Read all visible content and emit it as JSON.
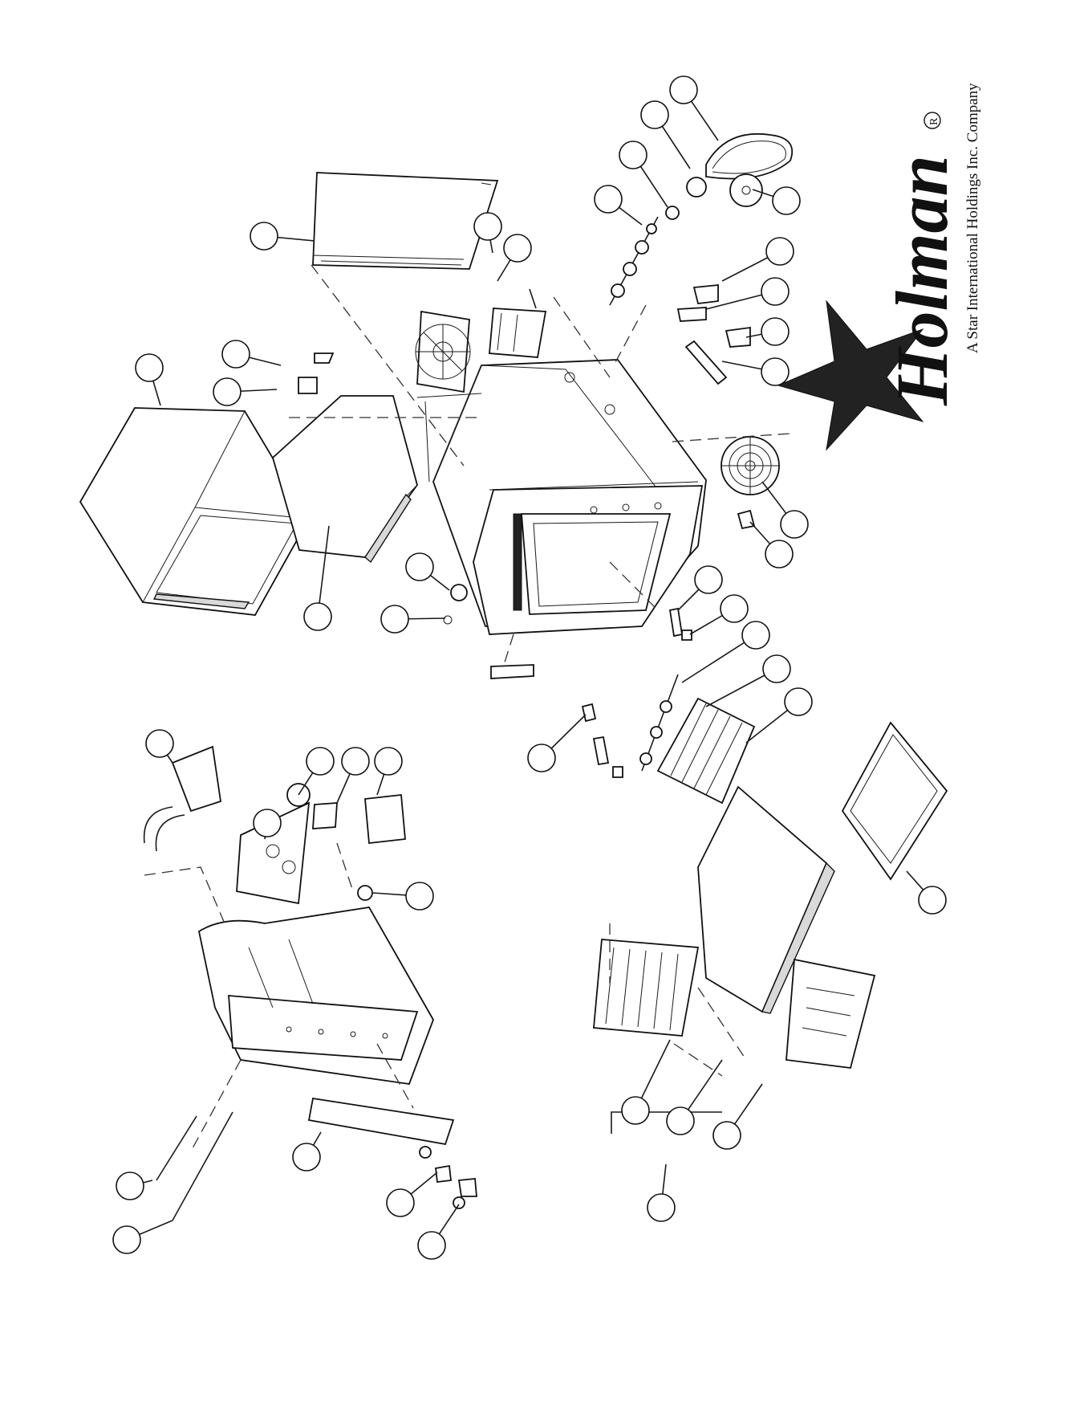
{
  "diagram": {
    "kind": "exploded-parts-view",
    "callout_count": 43
  },
  "logo": {
    "brand": "Holman",
    "registered_mark": "R",
    "tagline": "A Star International Holdings Inc. Company"
  },
  "colors": {
    "ink": "#111111",
    "background": "#ffffff"
  }
}
